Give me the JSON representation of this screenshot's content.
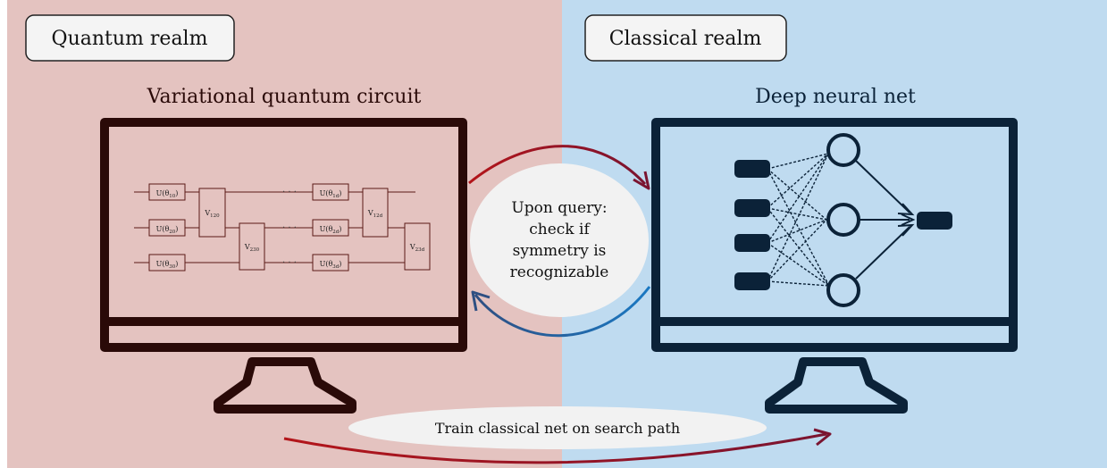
{
  "left_panel": {
    "realm_label": "Quantum realm",
    "screen_title": "Variational quantum circuit",
    "background_color": "#e4c3c0",
    "monitor_color": "#2a0a08",
    "circuit": {
      "unitary_gates": [
        [
          "U(θ",
          "10",
          ")"
        ],
        [
          "U(θ",
          "20",
          ")"
        ],
        [
          "U(θ",
          "30",
          ")"
        ],
        [
          "U(θ",
          "1d",
          ")"
        ],
        [
          "U(θ",
          "2d",
          ")"
        ],
        [
          "U(θ",
          "3d",
          ")"
        ]
      ],
      "entangling_gates": [
        [
          "V",
          "120"
        ],
        [
          "V",
          "230"
        ],
        [
          "V",
          "12d"
        ],
        [
          "V",
          "23d"
        ]
      ],
      "ellipsis": "· · ·"
    }
  },
  "right_panel": {
    "realm_label": "Classical realm",
    "screen_title": "Deep neural net",
    "background_color": "#bfdbf0",
    "monitor_color": "#0b2238"
  },
  "center_bubble": {
    "lines": [
      "Upon query:",
      "check if",
      "symmetry is",
      "recognizable"
    ]
  },
  "bottom_bubble": {
    "text": "Train classical net on search path"
  },
  "colors": {
    "arrow_red": "#8c1a2a",
    "arrow_blue": "#1f5f9a",
    "bubble_fill": "#f2f2f2"
  }
}
